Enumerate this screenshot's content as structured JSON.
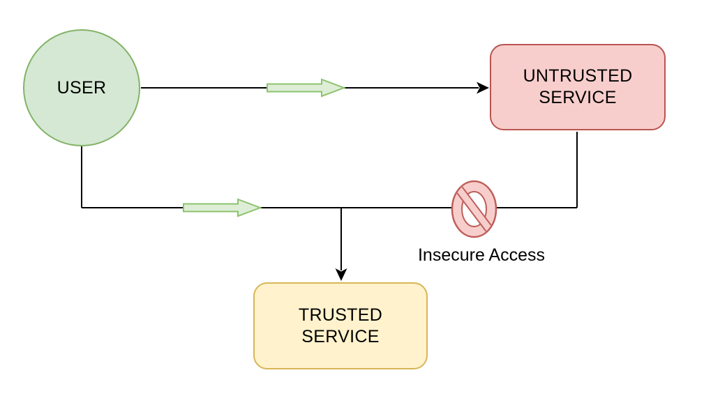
{
  "diagram": {
    "background": "#ffffff",
    "nodes": {
      "user": {
        "label": "USER",
        "shape": "circle",
        "fill": "#d5e8d4",
        "stroke": "#82b366"
      },
      "untrusted": {
        "label": "UNTRUSTED\nSERVICE",
        "shape": "rounded-rect",
        "fill": "#f8cecc",
        "stroke": "#b85450"
      },
      "trusted": {
        "label": "TRUSTED\nSERVICE",
        "shape": "rounded-rect",
        "fill": "#fff2cc",
        "stroke": "#d6b656"
      }
    },
    "edges": [
      {
        "from": "user",
        "to": "untrusted",
        "decoration": "green-block-arrow",
        "head": "black-arrowhead"
      },
      {
        "from": "user",
        "to": "trusted",
        "decoration": "green-block-arrow",
        "head": "black-arrowhead"
      },
      {
        "from": "untrusted",
        "to": "user-trusted-path",
        "decoration": "no-entry-icon",
        "status": "blocked"
      }
    ],
    "annotations": {
      "insecure_access": "Insecure Access"
    },
    "icons": {
      "no_entry": {
        "name": "no-entry-icon",
        "fill": "#f8cecc",
        "stroke": "#bd5f5a"
      },
      "green_block_arrow": {
        "fill": "#deeed6",
        "stroke": "#8cc36e"
      }
    },
    "colors": {
      "edge_line": "#000000",
      "label_text": "#000000"
    }
  }
}
